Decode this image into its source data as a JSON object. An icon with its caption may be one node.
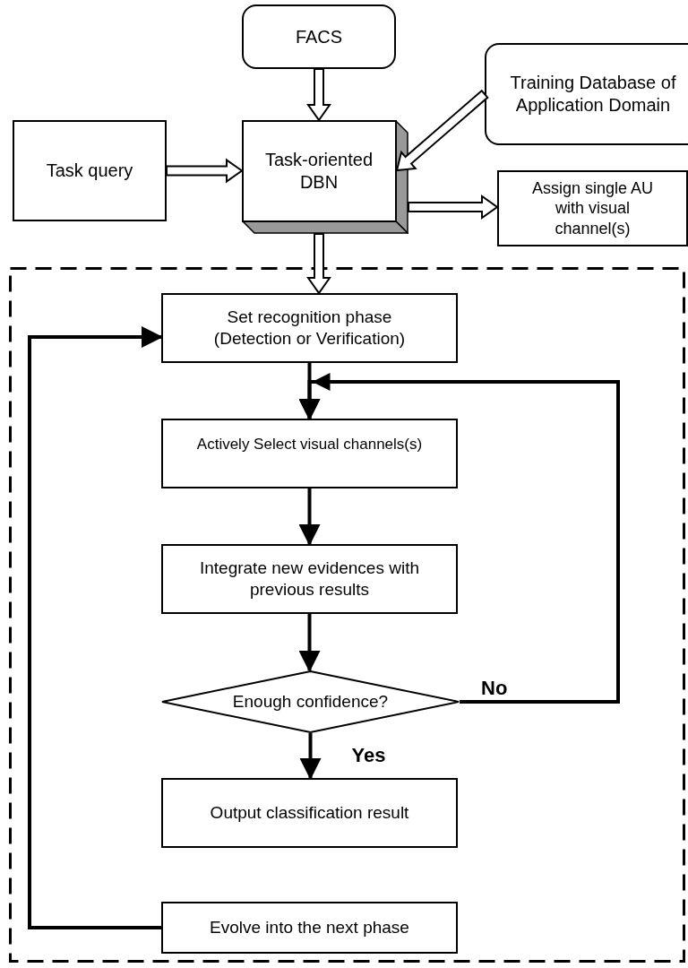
{
  "diagram": {
    "nodes": [
      {
        "text": [
          "FACS"
        ]
      },
      {
        "text": [
          "Training Database of Application Domain"
        ]
      },
      {
        "text": [
          "Task query"
        ]
      },
      {
        "text": [
          "Task-oriented DBN"
        ]
      },
      {
        "text": [
          "Assign single AU with visual channel(s)"
        ]
      },
      {
        "text": [],
        "shape": "box"
      },
      {
        "text": [
          "Set recognition phase (Detection or Verification)"
        ],
        "in": 5
      },
      {
        "text": [
          "Actively Select visual channels(s)"
        ],
        "in": 5
      },
      {
        "text": [
          "Integrate new evidences with previous results"
        ],
        "in": 5
      },
      {
        "text": [
          "Enough confidence?"
        ],
        "in": 5
      },
      {
        "text": [
          "Output classification result"
        ],
        "in": 5
      },
      {
        "text": [
          "Evolve into the next phase"
        ],
        "in": 5
      }
    ],
    "edges": [
      {
        "from": 0,
        "to": 3,
        "arrow": "to",
        "style": "thick"
      },
      {
        "from": 2,
        "to": 3,
        "arrow": "to",
        "style": "thick"
      },
      {
        "from": 1,
        "to": 3,
        "arrow": "to",
        "style": "thick"
      },
      {
        "from": 3,
        "to": 4,
        "arrow": "to",
        "style": "thick"
      },
      {
        "from": 3,
        "to": 6,
        "arrow": "to",
        "style": "thick"
      },
      {
        "from": 6,
        "to": 7,
        "arrow": "to"
      },
      {
        "from": 7,
        "to": 8,
        "arrow": "to"
      },
      {
        "from": 8,
        "to": 9,
        "arrow": "to"
      },
      {
        "from": 9,
        "to": 10,
        "arrow": "to",
        "label": "Yes"
      },
      {
        "from": 9,
        "to": 7,
        "arrow": "to",
        "label": "No"
      },
      {
        "from": 11,
        "to": 6,
        "arrow": "to"
      }
    ]
  }
}
